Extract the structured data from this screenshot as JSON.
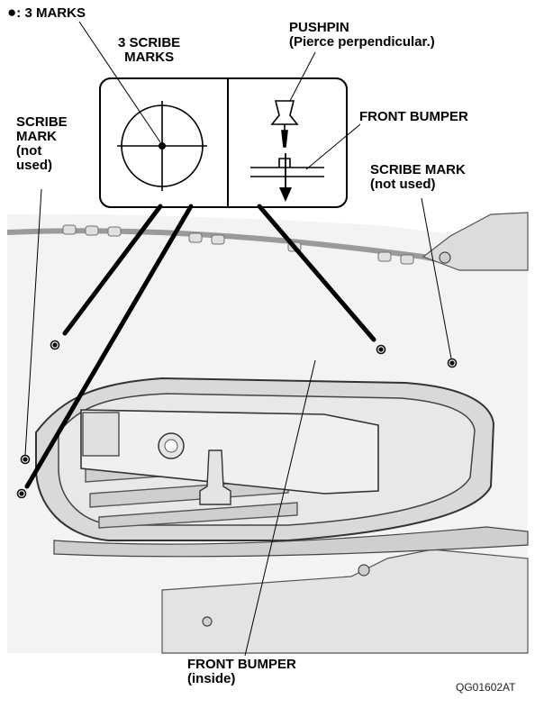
{
  "legend": {
    "symbol": "●",
    "text": ": 3 MARKS"
  },
  "inset": {
    "scribe_label_1": "3 SCRIBE",
    "scribe_label_2": "MARKS",
    "pushpin_label": "PUSHPIN",
    "pushpin_note": "(Pierce perpendicular.)",
    "bumper_label": "FRONT BUMPER"
  },
  "callouts": {
    "scribe_left_1": "SCRIBE",
    "scribe_left_2": "MARK",
    "scribe_left_3": "(not",
    "scribe_left_4": "used)",
    "scribe_right_1": "SCRIBE MARK",
    "scribe_right_2": "(not used)",
    "bumper_inside_1": "FRONT BUMPER",
    "bumper_inside_2": "(inside)"
  },
  "figure_code": "QG01602AT",
  "colors": {
    "line": "#000000",
    "part_light": "#efefef",
    "part_mid": "#d6d6d6",
    "part_dark": "#8c8c8c"
  }
}
